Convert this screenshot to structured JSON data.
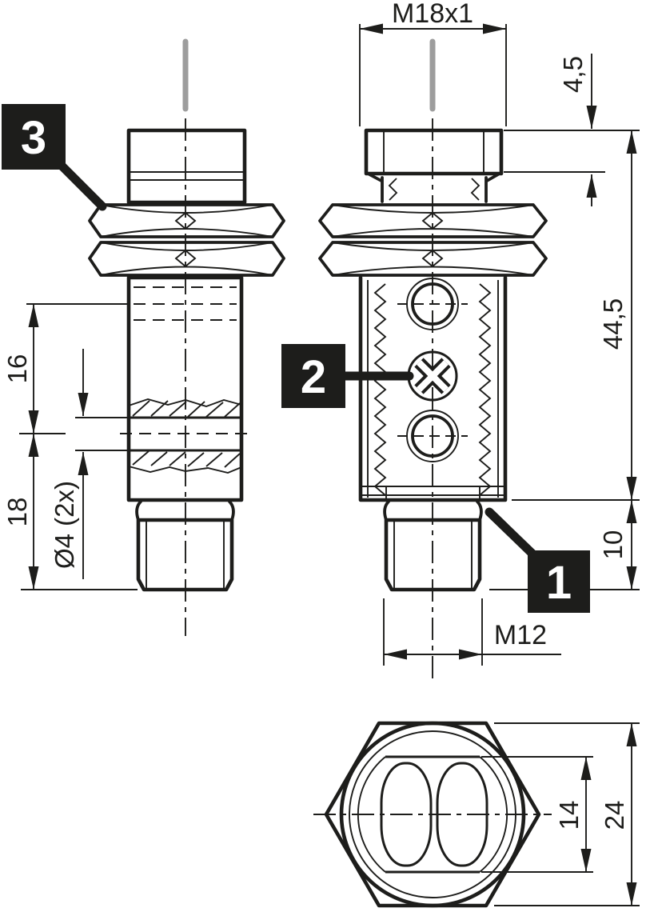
{
  "callouts": {
    "one": "1",
    "two": "2",
    "three": "3"
  },
  "dimensions": {
    "thread_size_top": "M18x1",
    "head_height": "4,5",
    "housing_length": "44,5",
    "connector_length": "10",
    "connector_thread": "M12",
    "optics_offset_upper": "16",
    "optics_offset_lower": "18",
    "lens_hole_diameter": "Ø4 (2x)",
    "across_flats_optics": "14",
    "nut_wrench_size": "24"
  },
  "colors": {
    "ink": "#1d1d1b",
    "cable_gray": "#9d9d9d",
    "background": "#ffffff",
    "callout_background": "#1d1d1b",
    "callout_number": "#ffffff"
  }
}
